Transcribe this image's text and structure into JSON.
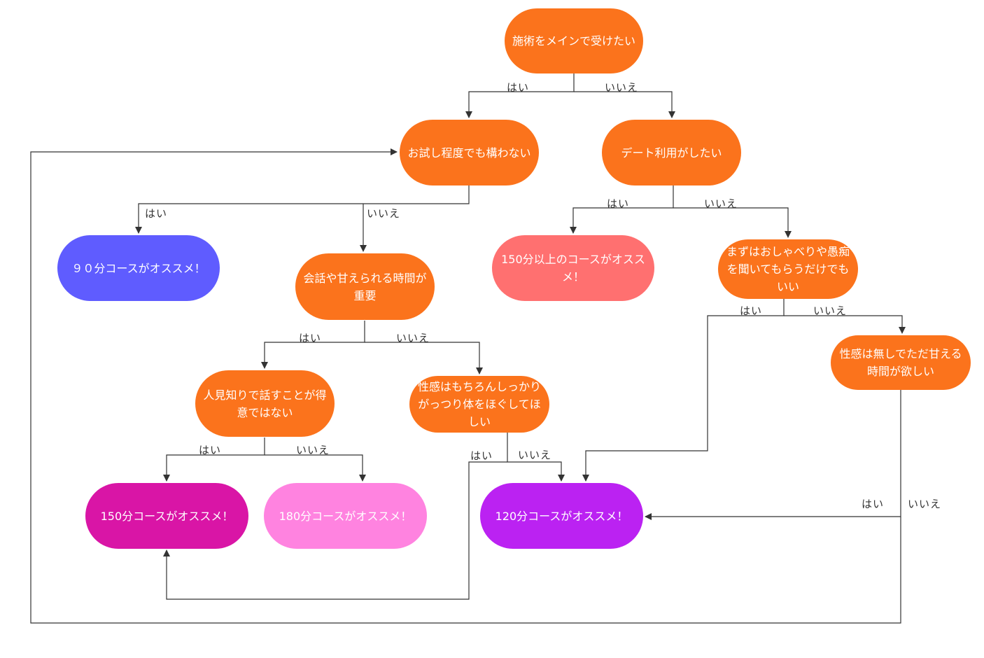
{
  "colors": {
    "question": "#fb731c",
    "result_90": "#5f5cff",
    "result_150_plus": "#ff7070",
    "result_150": "#d915a6",
    "result_180": "#ff83e0",
    "result_120": "#bb22f2",
    "line": "#333333"
  },
  "nodes": {
    "q1": "施術をメインで受けたい",
    "q2": "お試し程度でも構わない",
    "q3": "デート利用がしたい",
    "r90": "９０分コースがオススメ！",
    "q4": "会話や甘えられる時間が\n重要",
    "r150plus": "150分以上のコースがオスス\nメ！",
    "q5": "まずはおしゃべりや愚痴\nを聞いてもらうだけでも\nいい",
    "q6": "人見知りで話すことが得\n意ではない",
    "q7": "性感はもちろんしっかり\nがっつり体をほぐしてほ\nしい",
    "q8": "性感は無しでただ甘える\n時間が欲しい",
    "r150": "150分コースがオススメ！",
    "r180": "180分コースがオススメ！",
    "r120": "120分コースがオススメ！"
  },
  "edge_labels": {
    "q1_yes": "はい",
    "q1_no": "いいえ",
    "q2_yes": "はい",
    "q2_no": "いいえ",
    "q3_yes": "はい",
    "q3_no": "いいえ",
    "q4_yes": "はい",
    "q4_no": "いいえ",
    "q5_yes": "はい",
    "q5_no": "いいえ",
    "q6_yes": "はい",
    "q6_no": "いいえ",
    "q7_yes": "はい",
    "q7_no": "いいえ",
    "q8_yes": "はい",
    "q8_no": "いいえ"
  }
}
